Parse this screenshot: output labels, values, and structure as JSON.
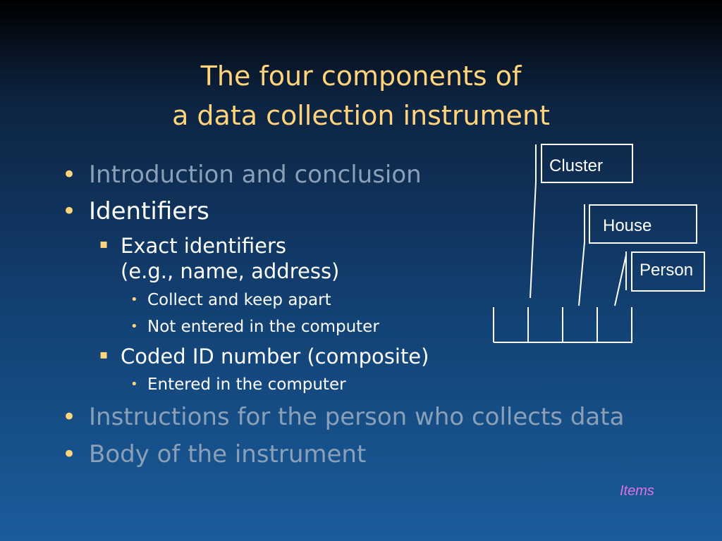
{
  "slide": {
    "title_line1": "The four components of",
    "title_line2": "a data collection instrument",
    "bullets": [
      {
        "text": "Introduction and conclusion",
        "state": "dimmed"
      },
      {
        "text": "Identifiers",
        "state": "active"
      },
      {
        "text": "Exact identifiers",
        "state": "active"
      },
      {
        "text": "(e.g., name, address)",
        "state": "active"
      },
      {
        "text": "Collect and keep apart",
        "state": "active"
      },
      {
        "text": "Not entered in the computer",
        "state": "active"
      },
      {
        "text": "Coded ID number (composite)",
        "state": "active"
      },
      {
        "text": "Entered in the computer",
        "state": "active"
      },
      {
        "text": "Instructions for the person who collects data",
        "state": "dimmed"
      },
      {
        "text": "Body of the instrument",
        "state": "dimmed"
      }
    ],
    "bullet_glyph": "•",
    "sub_bullet_glyph": "▪"
  },
  "diagram": {
    "labels": {
      "cluster": "Cluster",
      "house": "House",
      "person": "Person"
    },
    "footer_label": "Items"
  },
  "colors": {
    "title": "#ffd47a",
    "dimmed_text": "#8aa0b8",
    "active_text": "#ffffff",
    "footer_label": "#e071e0"
  }
}
